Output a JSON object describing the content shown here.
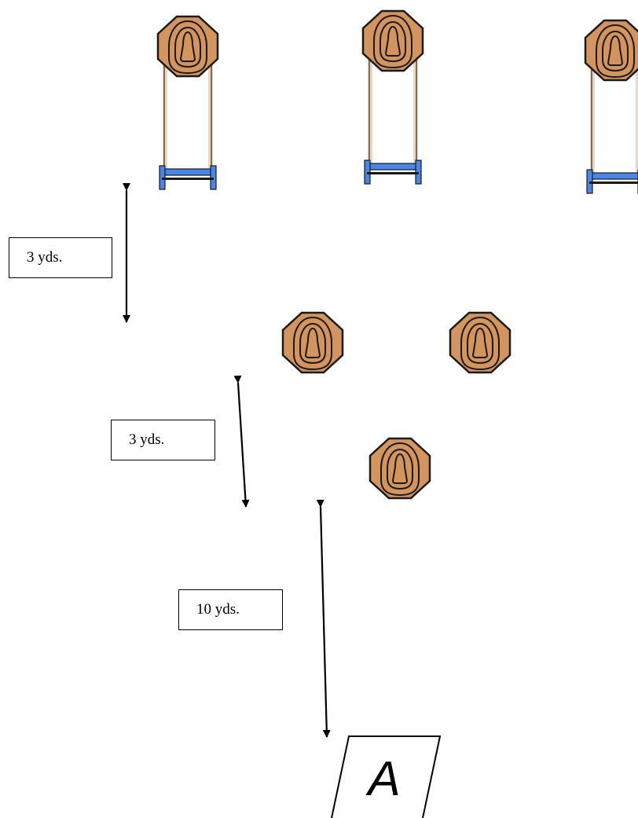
{
  "distances": {
    "stand_to_near_steel": "3 yds.",
    "near_steel_spacing": "3 yds.",
    "start_to_steel": "10 yds."
  },
  "start_position": {
    "label": "A"
  },
  "targets": {
    "stand_targets": 3,
    "free_standing_steel": 3
  },
  "colors": {
    "steel_fill": "#d3955d",
    "steel_outline": "#1a1a1a",
    "stand_base": "#4a86e8",
    "stand_post": "#8b6b4a",
    "arrow": "#000000"
  }
}
